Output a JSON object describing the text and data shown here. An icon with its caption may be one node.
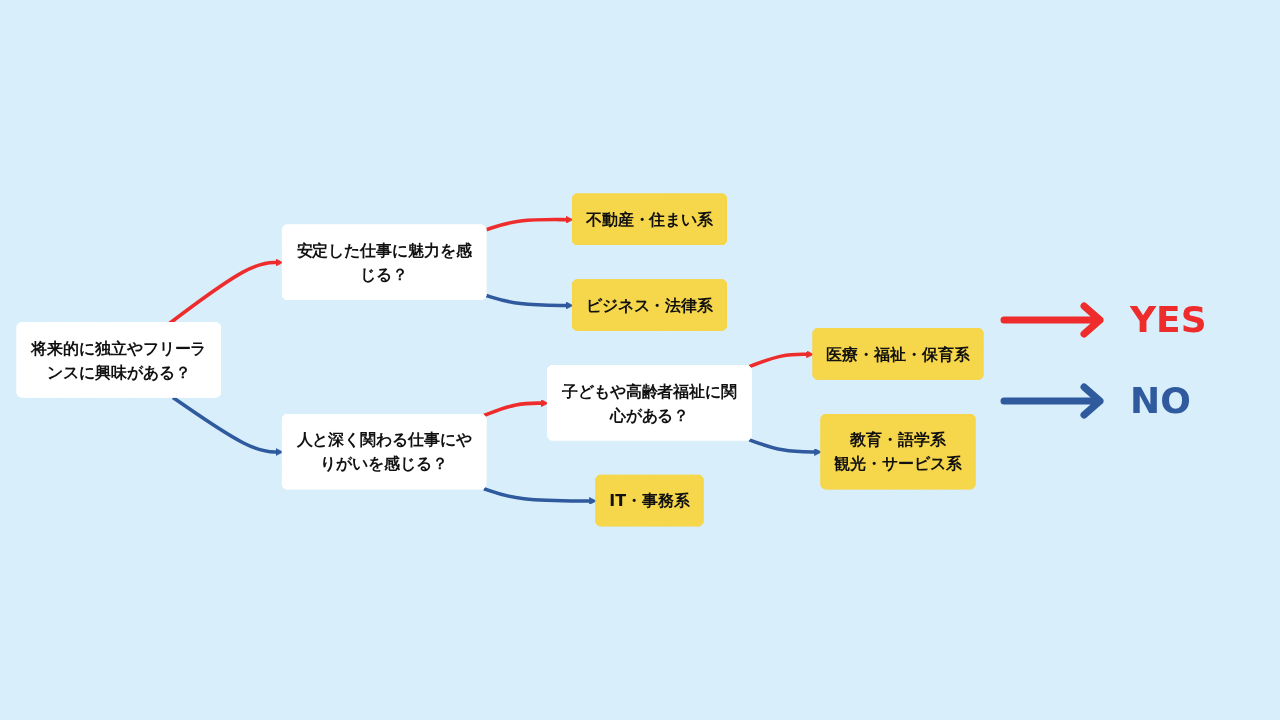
{
  "diagram": {
    "nodes": [
      {
        "text": [
          "将来的に独立やフリーランスに興味がある？"
        ]
      },
      {
        "text": [
          "安定した仕事に魅力を感じる？"
        ]
      },
      {
        "text": [
          "不動産・住まい系"
        ]
      },
      {
        "text": [
          "ビジネス・法律系"
        ]
      },
      {
        "text": [
          "人と深く関わる仕事にやりがいを感じる？"
        ]
      },
      {
        "text": [
          "子どもや高齢者福祉に関心がある？"
        ]
      },
      {
        "text": [
          "医療・福祉・保育系"
        ]
      },
      {
        "text": [
          "IT・事務系"
        ]
      },
      {
        "text": [
          "教育・語学系",
          "観光・サービス系"
        ]
      }
    ],
    "edges": [
      {
        "from": 0,
        "to": 1,
        "arrow": "to",
        "color": "#ee2c2c"
      },
      {
        "from": 0,
        "to": 4,
        "arrow": "to",
        "color": "#2f5a9e"
      },
      {
        "from": 1,
        "to": 2,
        "arrow": "to",
        "color": "#ee2c2c"
      },
      {
        "from": 1,
        "to": 3,
        "arrow": "to",
        "color": "#2f5a9e"
      },
      {
        "from": 4,
        "to": 5,
        "arrow": "to",
        "color": "#ee2c2c"
      },
      {
        "from": 4,
        "to": 7,
        "arrow": "to",
        "color": "#2f5a9e"
      },
      {
        "from": 5,
        "to": 6,
        "arrow": "to",
        "color": "#ee2c2c"
      },
      {
        "from": 5,
        "to": 8,
        "arrow": "to",
        "color": "#2f5a9e"
      }
    ],
    "legend": [
      {
        "text": "YES",
        "color": "#ee2c2c"
      },
      {
        "text": "NO",
        "color": "#2f5a9e"
      }
    ]
  }
}
